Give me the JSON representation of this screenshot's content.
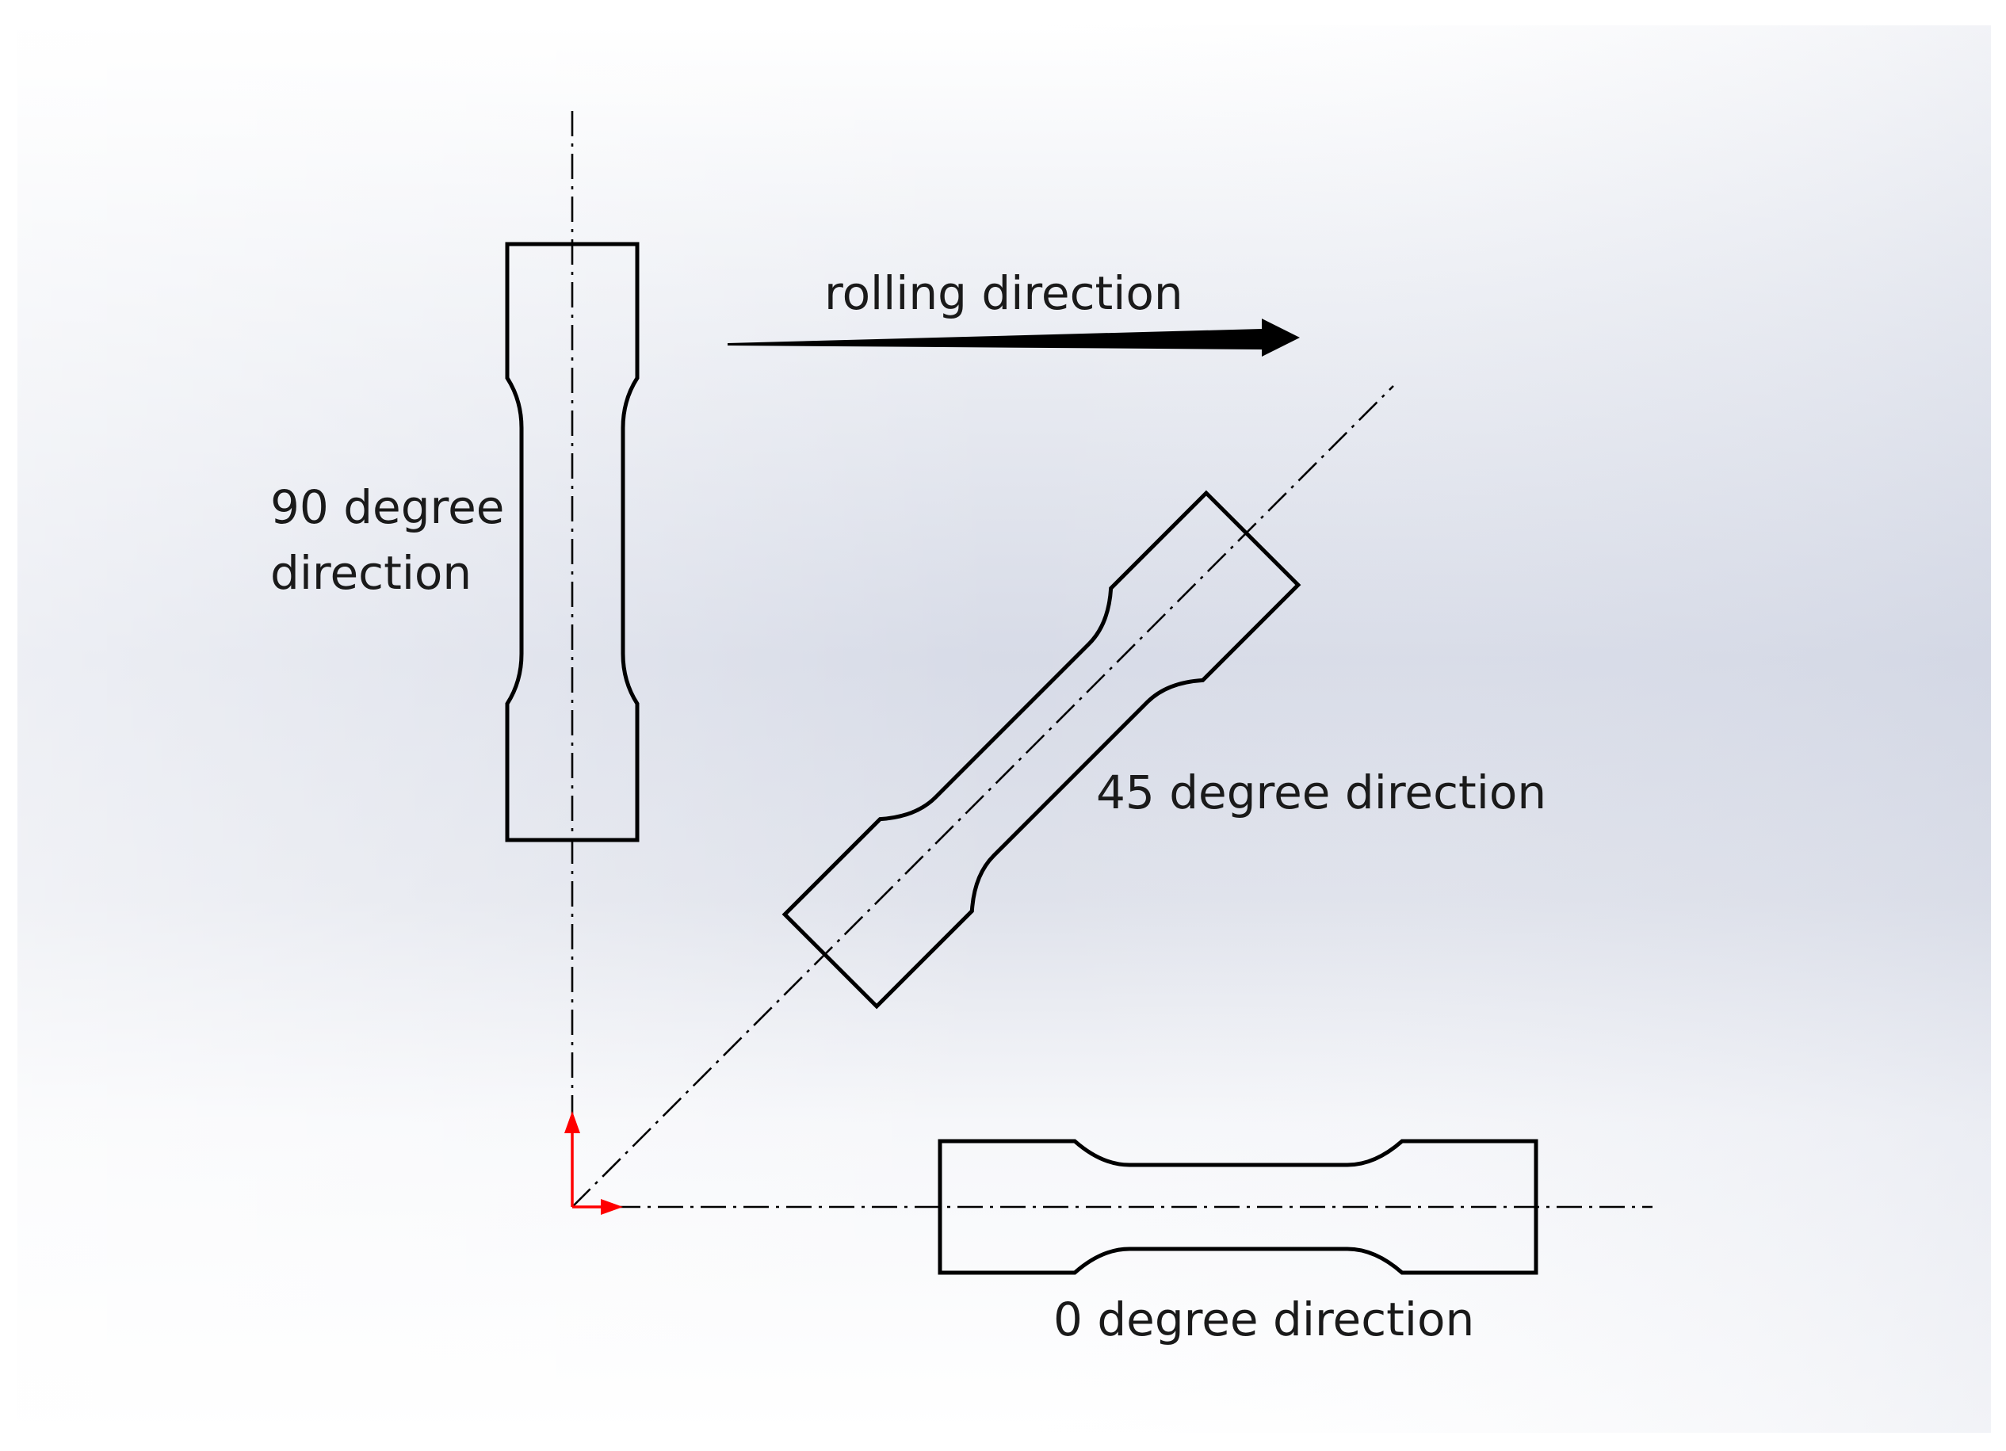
{
  "labels": {
    "rolling_direction": "rolling direction",
    "deg90_line1": "90 degree",
    "deg90_line2": "direction",
    "deg45": "45 degree direction",
    "deg0": "0 degree direction"
  },
  "colors": {
    "outline": "#000000",
    "axis_triad": "#ff0000",
    "background_light": "#ffffff",
    "background_mid": "#d7dbe7"
  }
}
